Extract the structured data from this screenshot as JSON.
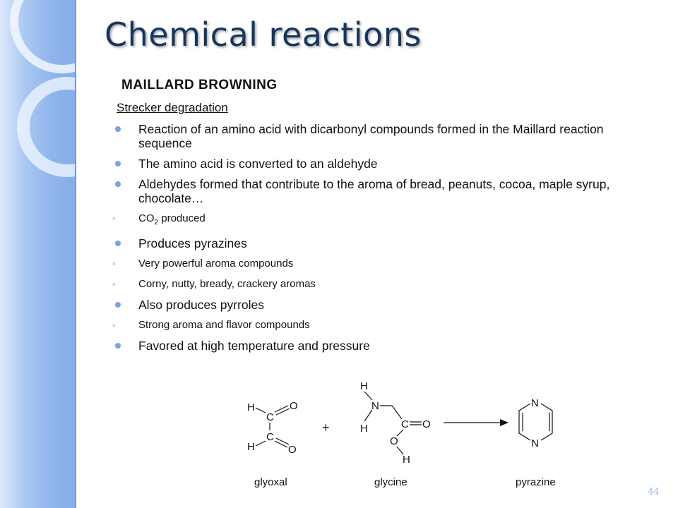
{
  "slide": {
    "title": "Chemical reactions",
    "section_heading": "MAILLARD BROWNING",
    "sub_heading": "Strecker degradation",
    "bullets": [
      {
        "level": 1,
        "text": "Reaction of an amino acid with dicarbonyl compounds formed in the Maillard reaction sequence"
      },
      {
        "level": 1,
        "text": "The amino acid is converted to an aldehyde"
      },
      {
        "level": 1,
        "text": "Aldehydes formed that contribute to the aroma of bread, peanuts, cocoa, maple syrup, chocolate…"
      },
      {
        "level": 2,
        "text_before": "CO",
        "subscript": "2",
        "text_after": " produced"
      },
      {
        "level": 1,
        "text": "Produces pyrazines"
      },
      {
        "level": 2,
        "text": "Very powerful aroma compounds"
      },
      {
        "level": 2,
        "text": "Corny, nutty, bready, crackery aromas"
      },
      {
        "level": 1,
        "text": "Also produces pyrroles"
      },
      {
        "level": 2,
        "text": "Strong aroma and flavor compounds"
      },
      {
        "level": 1,
        "text": "Favored at high temperature and pressure"
      }
    ],
    "page_number": "44"
  },
  "diagram": {
    "glyoxal": {
      "atoms": {
        "h1": "H",
        "c1": "C",
        "o1": "O",
        "c2": "C",
        "h2": "H",
        "o2": "O"
      },
      "label": "glyoxal"
    },
    "plus": "+",
    "glycine": {
      "atoms": {
        "h1": "H",
        "n": "N",
        "h2": "H",
        "c": "C",
        "o1": "O",
        "o2": "O",
        "h3": "H"
      },
      "label": "glycine"
    },
    "pyrazine": {
      "atoms": {
        "n1": "N",
        "n2": "N"
      },
      "label": "pyrazine"
    }
  },
  "colors": {
    "title": "#17365d",
    "bullet": "#78a4df",
    "sidebar": "#8fb5ec",
    "page_number": "#9dbbe6"
  }
}
